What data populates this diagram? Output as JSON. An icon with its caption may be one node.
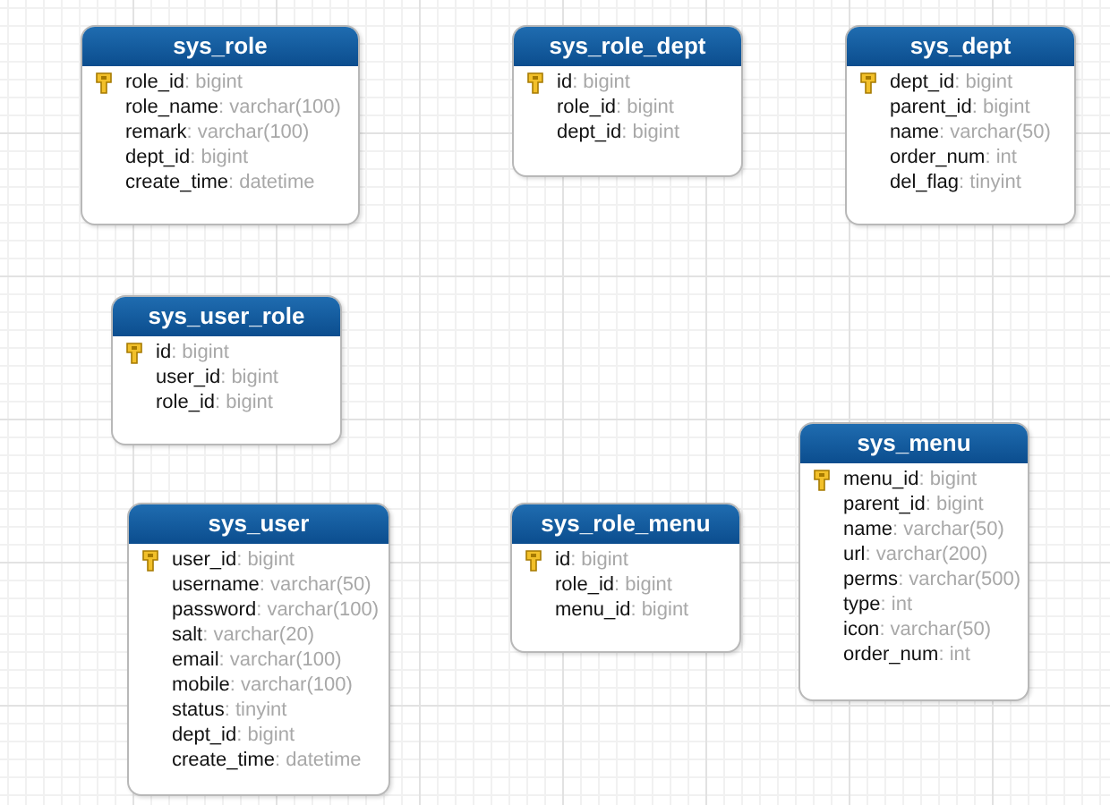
{
  "diagram": {
    "nodes": [
      {
        "text": [
          "sys_role",
          "role_id: bigint",
          "role_name: varchar(100)",
          "remark: varchar(100)",
          "dept_id: bigint",
          "create_time: datetime"
        ]
      },
      {
        "text": [
          "sys_role_dept",
          "id: bigint",
          "role_id: bigint",
          "dept_id: bigint"
        ]
      },
      {
        "text": [
          "sys_dept",
          "dept_id: bigint",
          "parent_id: bigint",
          "name: varchar(50)",
          "order_num: int",
          "del_flag: tinyint"
        ]
      },
      {
        "text": [
          "sys_user_role",
          "id: bigint",
          "user_id: bigint",
          "role_id: bigint"
        ]
      },
      {
        "text": [
          "sys_menu",
          "menu_id: bigint",
          "parent_id: bigint",
          "name: varchar(50)",
          "url: varchar(200)",
          "perms: varchar(500)",
          "type: int",
          "icon: varchar(50)",
          "order_num: int"
        ]
      },
      {
        "text": [
          "sys_user",
          "user_id: bigint",
          "username: varchar(50)",
          "password: varchar(100)",
          "salt: varchar(20)",
          "email: varchar(100)",
          "mobile: varchar(100)",
          "status: tinyint",
          "dept_id: bigint",
          "create_time: datetime"
        ]
      },
      {
        "text": [
          "sys_role_menu",
          "id: bigint",
          "role_id: bigint",
          "menu_id: bigint"
        ]
      }
    ],
    "edges": []
  }
}
